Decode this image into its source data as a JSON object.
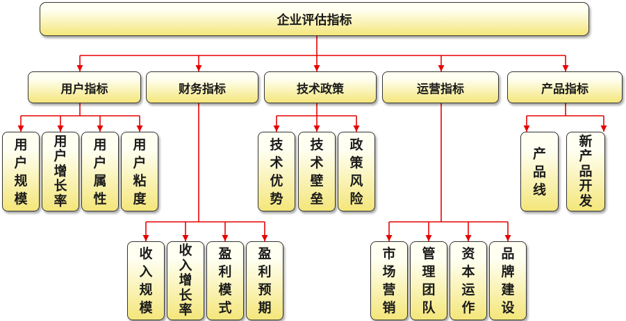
{
  "root": {
    "label": "企业评估指标"
  },
  "categories": [
    {
      "label": "用户指标",
      "children": [
        "用户规模",
        "用户增长率",
        "用户属性",
        "用户粘度"
      ]
    },
    {
      "label": "财务指标",
      "children": [
        "收入规模",
        "收入增长率",
        "盈利模式",
        "盈利预期"
      ]
    },
    {
      "label": "技术政策",
      "children": [
        "技术优势",
        "技术壁垒",
        "政策风险"
      ]
    },
    {
      "label": "运营指标",
      "children": [
        "市场营销",
        "管理团队",
        "资本运作",
        "品牌建设"
      ]
    },
    {
      "label": "产品指标",
      "children": [
        "产品线",
        "新产品开发"
      ]
    }
  ],
  "colors": {
    "connector": "#E60000",
    "node_fill_top": "#FFFFF2",
    "node_fill_bottom": "#F4E67A",
    "node_border": "#333333",
    "node_text": "#1A1A1A"
  }
}
